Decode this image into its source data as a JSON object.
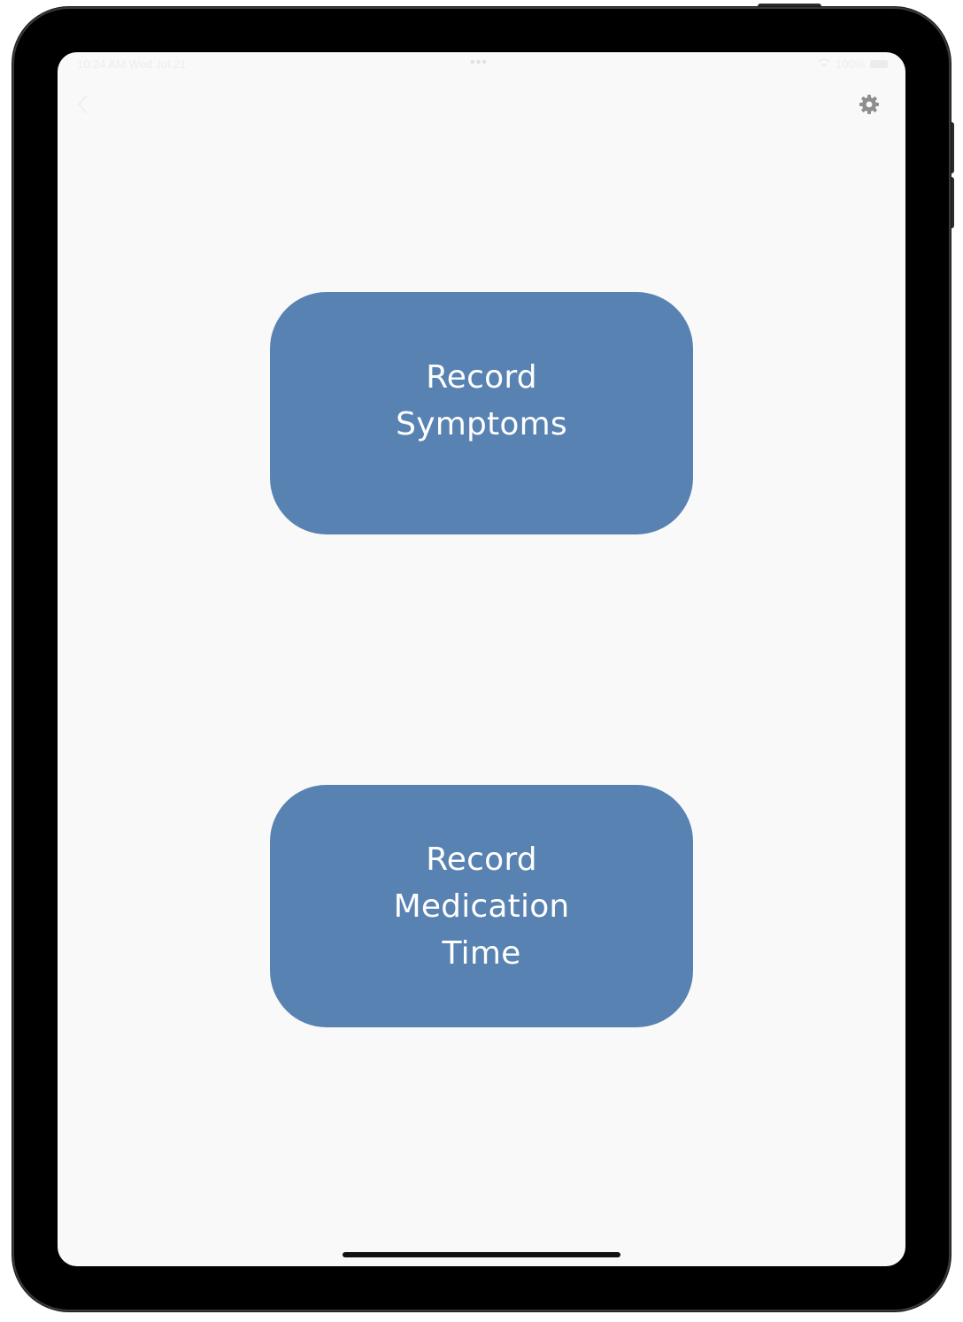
{
  "status_bar": {
    "time": "10:24 AM  Wed Jul 21",
    "dots": "•••",
    "battery_text": "100%"
  },
  "nav": {
    "back_icon": "chevron-left-icon",
    "settings_icon": "gear-icon"
  },
  "actions": [
    {
      "label": "Record Symptoms"
    },
    {
      "label": "Record Medication Time"
    }
  ],
  "colors": {
    "screen_background": "#f9f9f9",
    "button_background": "#5882b2",
    "button_text": "#ffffff",
    "icon_gray": "#8e8e8e"
  }
}
